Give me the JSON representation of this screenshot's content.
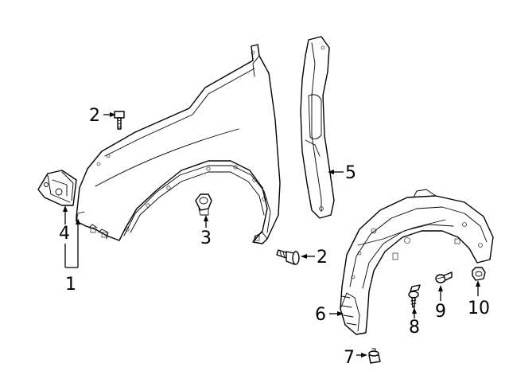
{
  "callouts": [
    {
      "id": "c1",
      "label": "1"
    },
    {
      "id": "c2a",
      "label": "2"
    },
    {
      "id": "c2b",
      "label": "2"
    },
    {
      "id": "c3",
      "label": "3"
    },
    {
      "id": "c4",
      "label": "4"
    },
    {
      "id": "c5",
      "label": "5"
    },
    {
      "id": "c6",
      "label": "6"
    },
    {
      "id": "c7",
      "label": "7"
    },
    {
      "id": "c8",
      "label": "8"
    },
    {
      "id": "c9",
      "label": "9"
    },
    {
      "id": "c10",
      "label": "10"
    }
  ],
  "colors": {
    "line": "#000000",
    "background": "#ffffff"
  }
}
